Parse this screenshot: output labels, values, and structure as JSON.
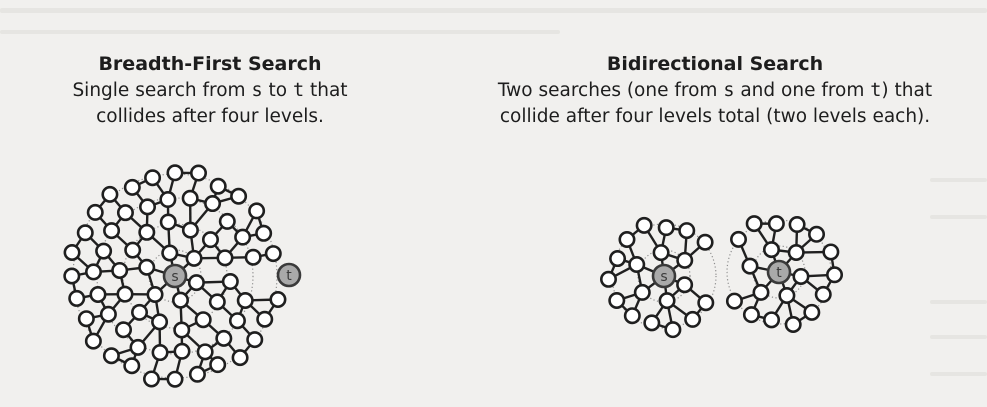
{
  "left_panel": {
    "title": "Breadth-First Search",
    "caption_line1_before": "Single search from ",
    "caption_s": "s",
    "caption_line1_mid": " to ",
    "caption_t": "t",
    "caption_line1_after": " that",
    "caption_line2": "collides after four levels.",
    "source_label": "s",
    "target_label": "t"
  },
  "right_panel": {
    "title": "Bidirectional Search",
    "caption_line1_before": "Two searches (one from ",
    "caption_s": "s",
    "caption_line1_mid": " and one from ",
    "caption_t": "t",
    "caption_line1_after": ") that",
    "caption_line2": "collide after four levels total (two levels each).",
    "source_label": "s",
    "target_label": "t"
  },
  "colors": {
    "background": "#f1f0ee",
    "node_fill": "#ffffff",
    "node_stroke": "#1f1f1f",
    "hub_fill": "#a9a9a9"
  }
}
